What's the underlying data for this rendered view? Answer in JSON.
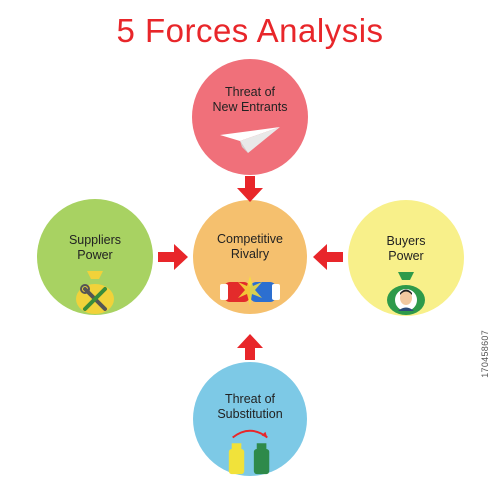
{
  "title": "5 Forces Analysis",
  "forces": {
    "top": {
      "label": "Threat of\nNew Entrants",
      "color": "#f0707a",
      "icon": "paper-plane-icon"
    },
    "center": {
      "label": "Competitive\nRivalry",
      "color": "#f5c06e",
      "icon": "boxing-gloves-icon"
    },
    "left": {
      "label": "Suppliers\nPower",
      "color": "#a8d262",
      "icon": "money-bag-tools-icon"
    },
    "right": {
      "label": "Buyers\nPower",
      "color": "#f8f08a",
      "icon": "money-bag-person-icon"
    },
    "bottom": {
      "label": "Threat of\nSubstitution",
      "color": "#7dc9e6",
      "icon": "substitute-bottles-icon"
    }
  },
  "arrow_color": "#e8262a",
  "side_text": "170458607"
}
